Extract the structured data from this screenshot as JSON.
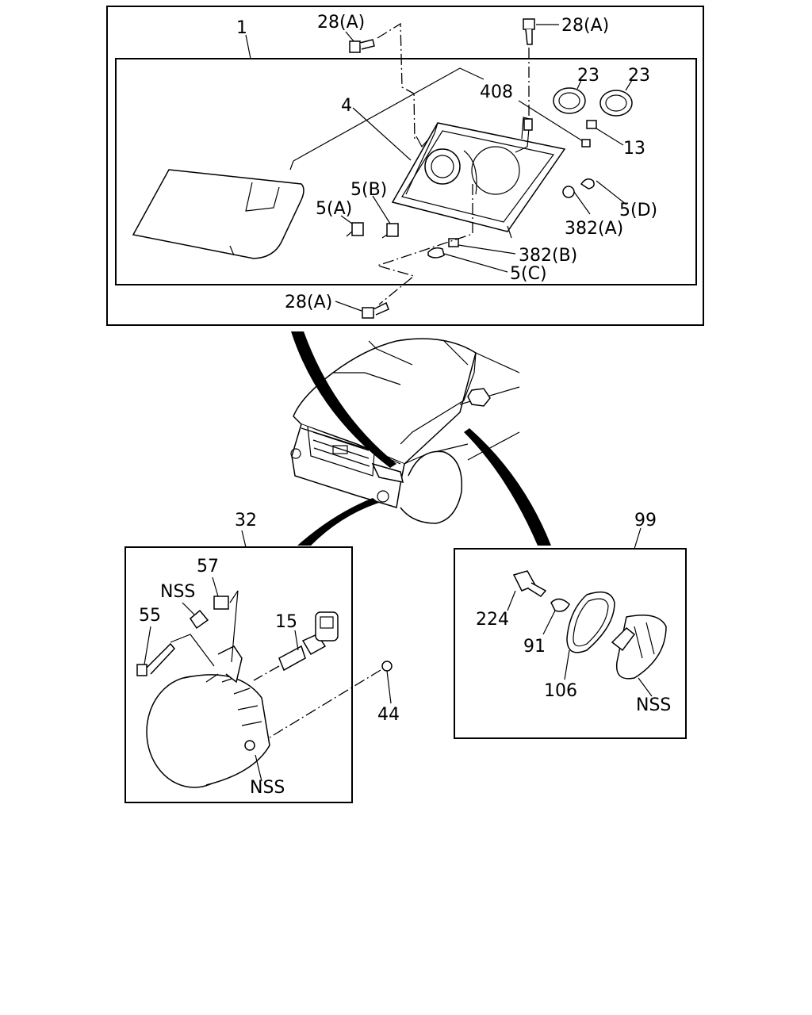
{
  "labels": {
    "l1": "1",
    "l28a_top": "28(A)",
    "l28a_right": "28(A)",
    "l28a_bottom": "28(A)",
    "l23a": "23",
    "l23b": "23",
    "l408": "408",
    "l4": "4",
    "l13": "13",
    "l5b": "5(B)",
    "l5a": "5(A)",
    "l5d": "5(D)",
    "l382a": "382(A)",
    "l382b": "382(B)",
    "l5c": "5(C)",
    "l32": "32",
    "l99": "99",
    "l57": "57",
    "lnss_fog_top": "NSS",
    "l55": "55",
    "l15": "15",
    "l44": "44",
    "lnss_fog_bottom": "NSS",
    "l224": "224",
    "l91": "91",
    "l106": "106",
    "lnss_side": "NSS"
  }
}
